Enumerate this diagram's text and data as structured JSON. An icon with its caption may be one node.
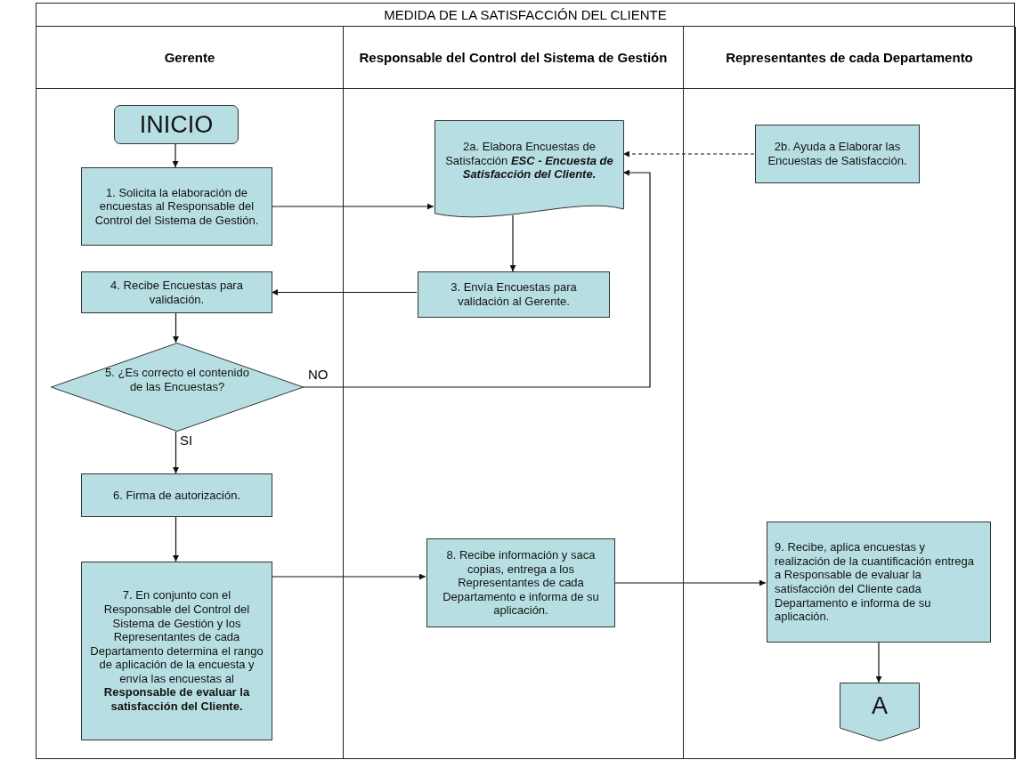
{
  "diagram": {
    "title": "MEDIDA DE LA SATISFACCIÓN DEL CLIENTE",
    "nodes": [
      {
        "text": [
          "Gerente"
        ]
      },
      {
        "text": [
          "Responsable del Control del Sistema de Gestión"
        ]
      },
      {
        "text": [
          "Representantes de cada Departamento"
        ]
      },
      {
        "text": [
          "INICIO"
        ],
        "in": 0
      },
      {
        "text": [
          "1. Solicita la elaboración de encuestas al Responsable del Control del Sistema de Gestión."
        ],
        "in": 0
      },
      {
        "text": [
          "2a. Elabora Encuestas de Satisfacción **ESC - Encuesta de Satisfacción del Cliente.**"
        ],
        "in": 1
      },
      {
        "text": [
          "2b. Ayuda a Elaborar las Encuestas de Satisfacción."
        ],
        "in": 2
      },
      {
        "text": [
          "3. Envía Encuestas para validación al Gerente."
        ],
        "in": 1
      },
      {
        "text": [
          "4. Recibe Encuestas para validación."
        ],
        "in": 0
      },
      {
        "text": [
          "5. ¿Es correcto el contenido de las Encuestas?"
        ],
        "in": 0
      },
      {
        "text": [
          "6. Firma de autorización."
        ],
        "in": 0
      },
      {
        "text": [
          "7. En conjunto con el Responsable del Control del Sistema de Gestión y los Representantes de cada Departamento determina el rango de aplicación de la encuesta y envía las encuestas al **Responsable de evaluar la satisfacción del Cliente.**"
        ],
        "in": 0
      },
      {
        "text": [
          "8. Recibe información y saca copias, entrega a los Representantes de cada Departamento e informa de su aplicación."
        ],
        "in": 1
      },
      {
        "text": [
          "9. Recibe, aplica encuestas y realización de la cuantificación entrega a Responsable de evaluar la satisfacción del Cliente cada Departamento e informa de su aplicación."
        ],
        "in": 2
      },
      {
        "text": [
          "A"
        ],
        "in": 2
      }
    ],
    "edges": [
      {
        "from": 3,
        "to": 4,
        "arrow": "to"
      },
      {
        "from": 4,
        "to": 5,
        "arrow": "to"
      },
      {
        "from": 6,
        "to": 5,
        "arrow": "to",
        "style": "dashed"
      },
      {
        "from": 5,
        "to": 7,
        "arrow": "to"
      },
      {
        "from": 7,
        "to": 8,
        "arrow": "to"
      },
      {
        "from": 8,
        "to": 9,
        "arrow": "to"
      },
      {
        "from": 9,
        "to": 5,
        "arrow": "to",
        "label": "NO"
      },
      {
        "from": 9,
        "to": 10,
        "arrow": "to",
        "label": "SI"
      },
      {
        "from": 10,
        "to": 11,
        "arrow": "to"
      },
      {
        "from": 11,
        "to": 12,
        "arrow": "to"
      },
      {
        "from": 12,
        "to": 13,
        "arrow": "to"
      },
      {
        "from": 13,
        "to": 14,
        "arrow": "to"
      }
    ]
  }
}
